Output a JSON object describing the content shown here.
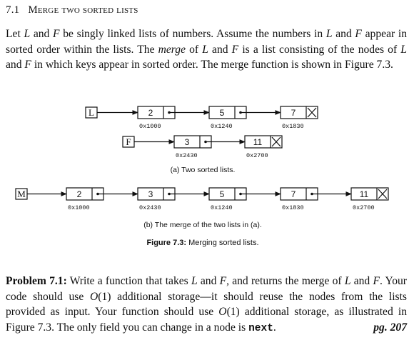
{
  "section": {
    "number": "7.1",
    "title": "Merge two sorted lists"
  },
  "intro": {
    "s1_a": "Let ",
    "s1_L": "L",
    "s1_b": " and ",
    "s1_F": "F",
    "s1_c": " be singly linked lists of numbers. Assume the numbers in ",
    "s1_L2": "L",
    "s1_d": " and ",
    "s1_F2": "F",
    "s1_e": " appear in sorted order within the lists. The ",
    "s1_merge": "merge",
    "s1_f": " of ",
    "s1_L3": "L",
    "s1_g": " and ",
    "s1_F3": "F",
    "s1_h": " is a list consisting of the nodes of ",
    "s1_L4": "L",
    "s1_i": " and ",
    "s1_F4": "F",
    "s1_j": " in which keys appear in sorted order. The merge function is shown in Figure 7.3."
  },
  "figure": {
    "list_a": {
      "L": {
        "head": "L",
        "nodes": [
          {
            "value": "2",
            "addr": "0x1000"
          },
          {
            "value": "5",
            "addr": "0x1240"
          },
          {
            "value": "7",
            "addr": "0x1830",
            "last": true
          }
        ]
      },
      "F": {
        "head": "F",
        "nodes": [
          {
            "value": "3",
            "addr": "0x2430"
          },
          {
            "value": "11",
            "addr": "0x2700",
            "last": true
          }
        ]
      },
      "caption": "(a) Two sorted lists."
    },
    "list_b": {
      "M": {
        "head": "M",
        "nodes": [
          {
            "value": "2",
            "addr": "0x1000"
          },
          {
            "value": "3",
            "addr": "0x2430"
          },
          {
            "value": "5",
            "addr": "0x1240"
          },
          {
            "value": "7",
            "addr": "0x1830"
          },
          {
            "value": "11",
            "addr": "0x2700",
            "last": true
          }
        ]
      },
      "caption": "(b) The merge of the two lists in (a)."
    },
    "caption_label": "Figure 7.3:",
    "caption_text": " Merging sorted lists."
  },
  "problem": {
    "label": "Problem 7.1:",
    "t1": " Write a function that takes ",
    "L": "L",
    "t2": " and ",
    "F": "F",
    "t3": ", and returns the merge of ",
    "L2": "L",
    "t4": " and ",
    "F2": "F",
    "t5": ". Your code should use ",
    "o1": "O",
    "t6": "(1) additional storage—it should reuse the nodes from the lists provided as input. Your function should use ",
    "o2": "O",
    "t7": "(1) additional storage, as illustrated in Figure 7.3. The only field you can change in a node is ",
    "next": "next",
    "t8": ".",
    "page": "pg. 207"
  }
}
